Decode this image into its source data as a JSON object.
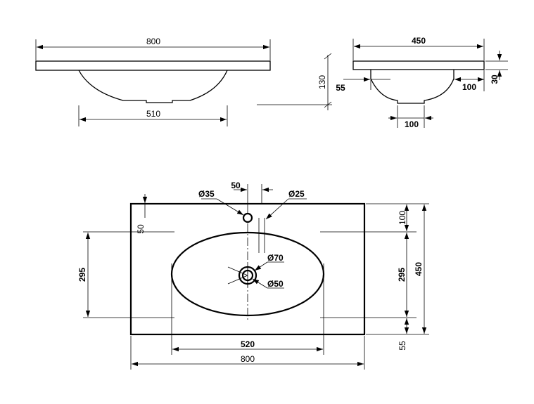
{
  "top_view": {
    "width": "800",
    "basin_width": "510",
    "height": "130"
  },
  "side_view": {
    "depth": "450",
    "left_offset": "55",
    "right_offset": "100",
    "drain_width": "100",
    "slab_thickness": "30"
  },
  "plan_view": {
    "tap_to_center": "50",
    "tap_hole": "Ø35",
    "tap_hole_alt": "Ø25",
    "edge_offset": "50",
    "bowl_length_left": "295",
    "drain_outer": "Ø70",
    "drain_inner": "Ø50",
    "back_offset": "100",
    "bowl_length_right": "295",
    "total_depth": "450",
    "front_offset": "55",
    "bowl_width": "520",
    "total_width": "800"
  }
}
